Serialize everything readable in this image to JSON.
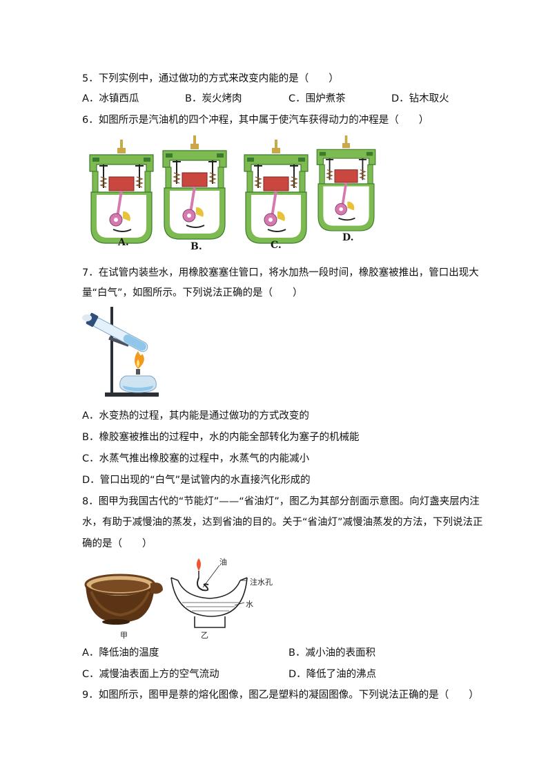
{
  "q5": {
    "stem": "5．下列实例中，通过做功的方式来改变内能的是（　　）",
    "options": [
      "A．冰镇西瓜",
      "B．炭火烤肉",
      "C．围炉煮茶",
      "D．钻木取火"
    ]
  },
  "q6": {
    "stem": "6．如图所示是汽油机的四个冲程，其中属于使汽车获得动力的冲程是（　　）",
    "captions": [
      "A.",
      "B.",
      "C.",
      "D."
    ]
  },
  "q7": {
    "stem_line1": "7．在试管内装些水，用橡胶塞塞住管口，将水加热一段时间，橡胶塞被推出，管口出现大",
    "stem_line2": "量“白气”，如图所示。下列说法正确的是（　　）",
    "options": [
      "A．水变热的过程，其内能是通过做功的方式改变的",
      "B．橡胶塞被推出的过程中，水的内能全部转化为塞子的机械能",
      "C．水蒸气推出橡胶塞的过程中，水蒸气的内能减小",
      "D．管口出现的“白气”是试管内的水直接汽化形成的"
    ]
  },
  "q8": {
    "stem_line1": "8．图甲为我国古代的“节能灯”——“省油灯”，图乙为其部分剖面示意图。向灯盏夹层内注",
    "stem_line2": "水，有助于减慢油的蒸发，达到省油的目的。关于“省油灯”减慢油蒸发的方法，下列说法正",
    "stem_line3": "确的是（　　）",
    "fig_labels": {
      "jia": "甲",
      "yi": "乙",
      "oil": "油",
      "hole": "注水孔",
      "water": "水"
    },
    "options": [
      "A．降低油的温度",
      "B．减小油的表面积",
      "C．减慢油表面上方的空气流动",
      "D．降低了油的沸点"
    ]
  },
  "q9": {
    "stem": "9．如图所示，图甲是萘的熔化图像，图乙是塑料的凝固图像。下列说法正确的是（　　）"
  },
  "colors": {
    "engine_green": "#7dbb52",
    "engine_dark_green": "#3b7a2a",
    "piston_red": "#c9473e",
    "rod_pink": "#d47ab0",
    "brass": "#c9a84a",
    "flame": "#f39a1e",
    "lamp_brown": "#6b3f1c"
  }
}
